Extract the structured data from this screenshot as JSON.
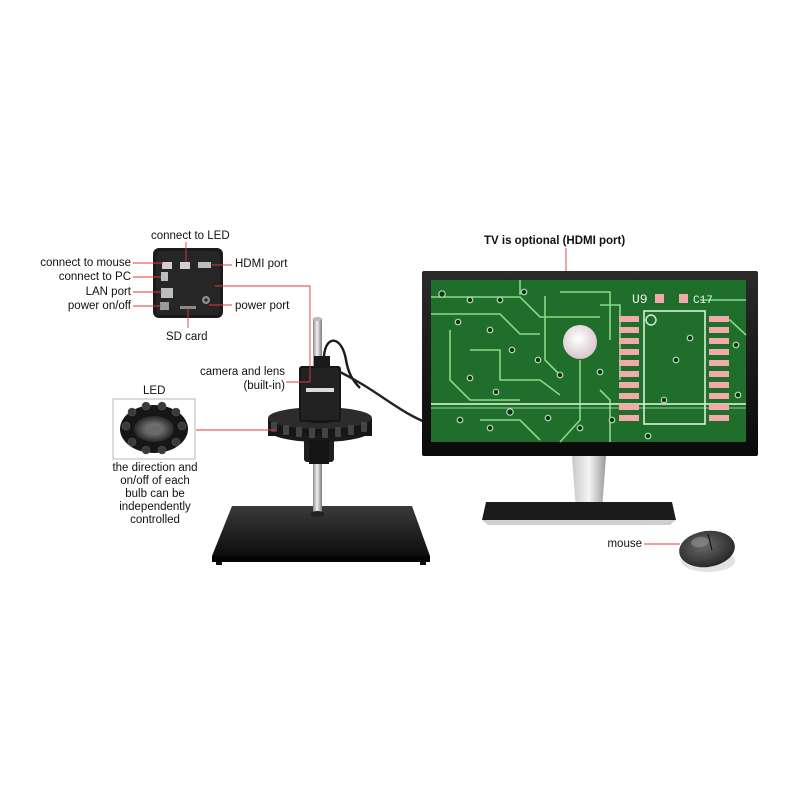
{
  "labels": {
    "connect_led": "connect to LED",
    "connect_mouse": "connect to mouse",
    "connect_pc": "connect to PC",
    "lan_port": "LAN port",
    "power_onoff": "power on/off",
    "hdmi_port": "HDMI port",
    "power_port": "power port",
    "sd_card": "SD card",
    "camera_lens_1": "camera and lens",
    "camera_lens_2": "(built-in)",
    "led": "LED",
    "tv_optional": "TV is optional (HDMI port)",
    "mouse": "mouse"
  },
  "led_description": [
    "the direction and",
    "on/off of each",
    "bulb can be",
    "independently",
    "controlled"
  ],
  "screen": {
    "silk_u9": "U9",
    "silk_c17": "C17"
  },
  "colors": {
    "callout_line": "#e03a3a",
    "pcb_green": "#1f6e2c",
    "pcb_trace": "#8fe08a",
    "pcb_pad": "#f2a9a9",
    "device_black": "#1a1a1a"
  }
}
